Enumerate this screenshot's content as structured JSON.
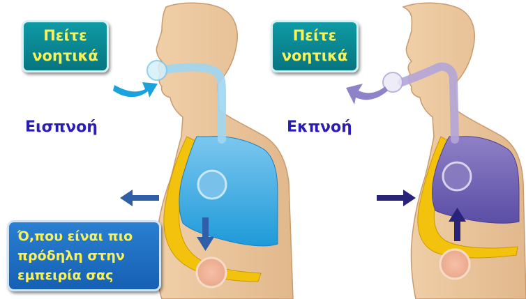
{
  "callouts": {
    "left": {
      "line1": "Πείτε",
      "line2": "νοητικά"
    },
    "right": {
      "line1": "Πείτε",
      "line2": "νοητικά"
    }
  },
  "labels": {
    "inhale": "Εισπνοή",
    "exhale": "Εκπνοή"
  },
  "note": {
    "line1": "Ό,που είναι πιο",
    "line2": "πρόδηλη στην",
    "line3": "εμπειρία σας"
  },
  "colors": {
    "skin": "#e8c39b",
    "skin_outline": "#c99a6e",
    "diaphragm_band": "#f2c20c",
    "lungs_inhale": "#33a8e8",
    "lungs_exhale": "#6b5fb4",
    "airway_inhale": "#9fd6f2",
    "airway_exhale": "#b2a5d8",
    "arrow_inhale": "#2f5fa8",
    "arrow_exhale": "#2a237a",
    "callout_bg": "#0a8a95",
    "callout_text": "#f8f25a",
    "phase_label": "#2a1cb8",
    "note_bg": "#1a6cc0"
  }
}
